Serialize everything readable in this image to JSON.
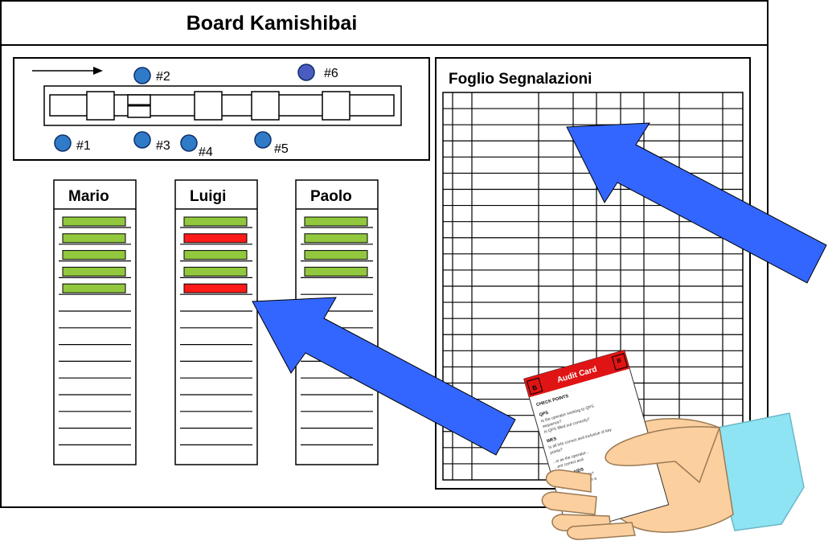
{
  "board": {
    "title": "Board Kamishibai"
  },
  "line": {
    "stations": [
      {
        "label": "#1",
        "color": "#2f7bc8"
      },
      {
        "label": "#2",
        "color": "#2f7bc8"
      },
      {
        "label": "#3",
        "color": "#2f7bc8"
      },
      {
        "label": "#4",
        "color": "#2f7bc8"
      },
      {
        "label": "#5",
        "color": "#2f7bc8"
      },
      {
        "label": "#6",
        "color": "#4a5cc0"
      }
    ]
  },
  "operators": [
    {
      "name": "Mario",
      "cards": [
        "ok",
        "ok",
        "ok",
        "ok",
        "ok"
      ]
    },
    {
      "name": "Luigi",
      "cards": [
        "ok",
        "ng",
        "ok",
        "ok",
        "ng"
      ]
    },
    {
      "name": "Paolo",
      "cards": [
        "ok",
        "ok",
        "ok",
        "ok"
      ]
    }
  ],
  "report_sheet": {
    "title": "Foglio Segnalazioni"
  },
  "audit_card": {
    "title": "Audit Card",
    "corner_left": "B",
    "corner_right": "B",
    "sections": [
      {
        "heading": "CHECK POINTS",
        "lines": []
      },
      {
        "heading": "QPS",
        "lines": [
          "Is the operator working to QPS",
          "sequence?",
          "Is QPS filled out correctly?"
        ]
      },
      {
        "heading": "WES",
        "lines": [
          "Is all info correct and inclusive of key",
          "points?"
        ]
      },
      {
        "heading": "",
        "lines": [
          "...w as the operator...",
          "...ent correct and"
        ]
      },
      {
        "heading": "VISUAL AIDS",
        "lines": [
          "...ly, clean and safe?",
          "...and equipment in a"
        ]
      }
    ]
  },
  "colors": {
    "ok": "#92c83e",
    "ng": "#ff1a1a",
    "arrow": "#3366ff",
    "card_header": "#e01414",
    "skin": "#fccf9e",
    "cuff": "#8ee4f2"
  }
}
